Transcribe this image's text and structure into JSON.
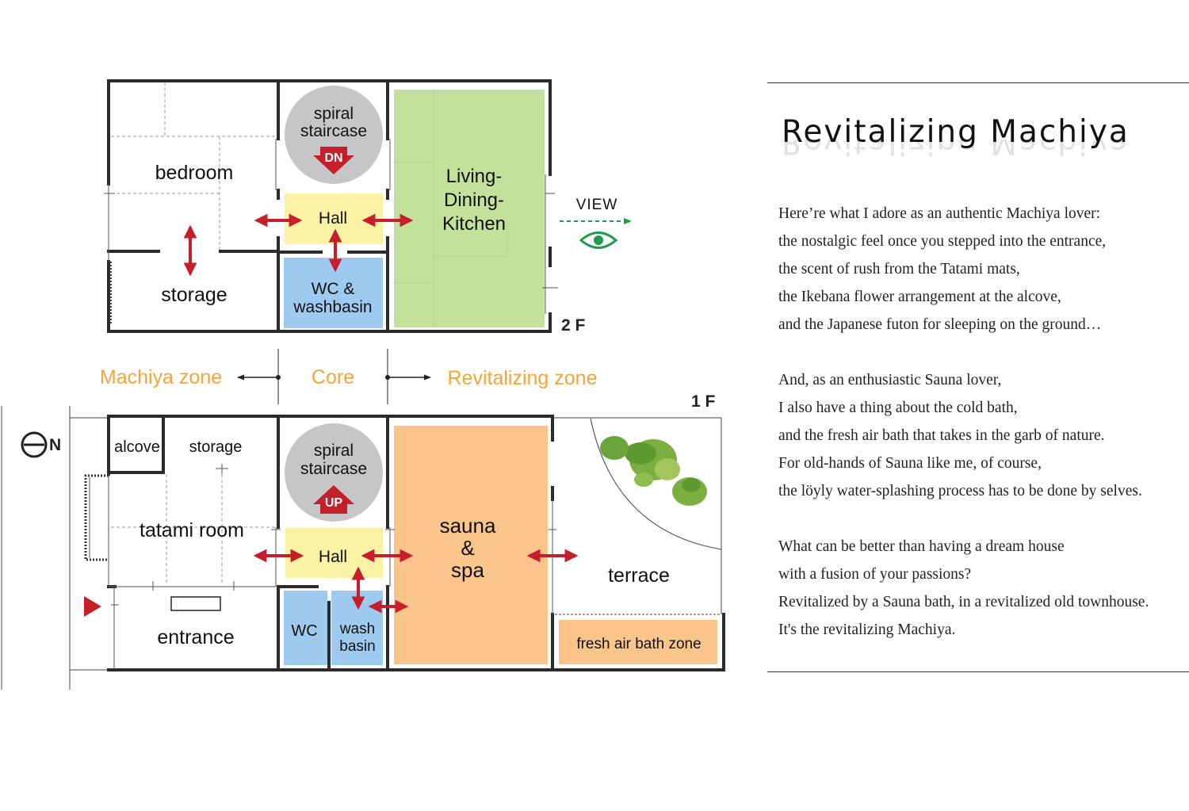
{
  "colors": {
    "wall": "#2b2b2b",
    "hall": "#fbf2a6",
    "wet": "#9fcaef",
    "living": "#c3e19a",
    "sauna": "#f9c58b",
    "zone_text": "#f2a53a",
    "arrow": "#c41f2b",
    "view": "#1f9a4a",
    "stair": "#c6c6c8"
  },
  "floor2": {
    "label": "2 F",
    "rooms": {
      "bedroom": "bedroom",
      "storage": "storage",
      "stair_line1": "spiral",
      "stair_line2": "staircase",
      "stair_dir": "DN",
      "hall": "Hall",
      "wc_line1": "WC &",
      "wc_line2": "washbasin",
      "ldk_line1": "Living-",
      "ldk_line2": "Dining-",
      "ldk_line3": "Kitchen"
    },
    "view_label": "VIEW",
    "view_icon": "eye-icon"
  },
  "zones": {
    "machiya": "Machiya zone",
    "core": "Core",
    "revitalizing": "Revitalizing zone"
  },
  "floor1": {
    "label": "1 F",
    "compass": "N",
    "rooms": {
      "alcove": "alcove",
      "storage": "storage",
      "tatami": "tatami room",
      "entrance": "entrance",
      "stair_line1": "spiral",
      "stair_line2": "staircase",
      "stair_dir": "UP",
      "hall": "Hall",
      "wc": "WC",
      "wash_line1": "wash",
      "wash_line2": "basin",
      "sauna_line1": "sauna",
      "sauna_line2": "&",
      "sauna_line3": "spa",
      "terrace": "terrace",
      "fresh_air": "fresh air bath zone"
    }
  },
  "panel": {
    "title": "Revitalizing Machiya",
    "paragraphs": [
      [
        "Here’re what I adore as an authentic Machiya lover:",
        "the nostalgic feel once you stepped into the entrance,",
        "the scent of rush from the Tatami mats,",
        "the Ikebana flower arrangement at the alcove,",
        "and the Japanese futon for sleeping on the ground…"
      ],
      [
        "And, as an enthusiastic Sauna lover,",
        "I also have a thing about the cold bath,",
        "and the fresh air bath that takes in the garb of nature.",
        "For old-hands of Sauna like me, of course,",
        "the löyly water-splashing process has to be done by selves."
      ],
      [
        "What can be better than having a dream house",
        "with a fusion of your passions?",
        "Revitalized by a Sauna bath, in a revitalized old townhouse.",
        "It's the revitalizing Machiya."
      ]
    ]
  }
}
